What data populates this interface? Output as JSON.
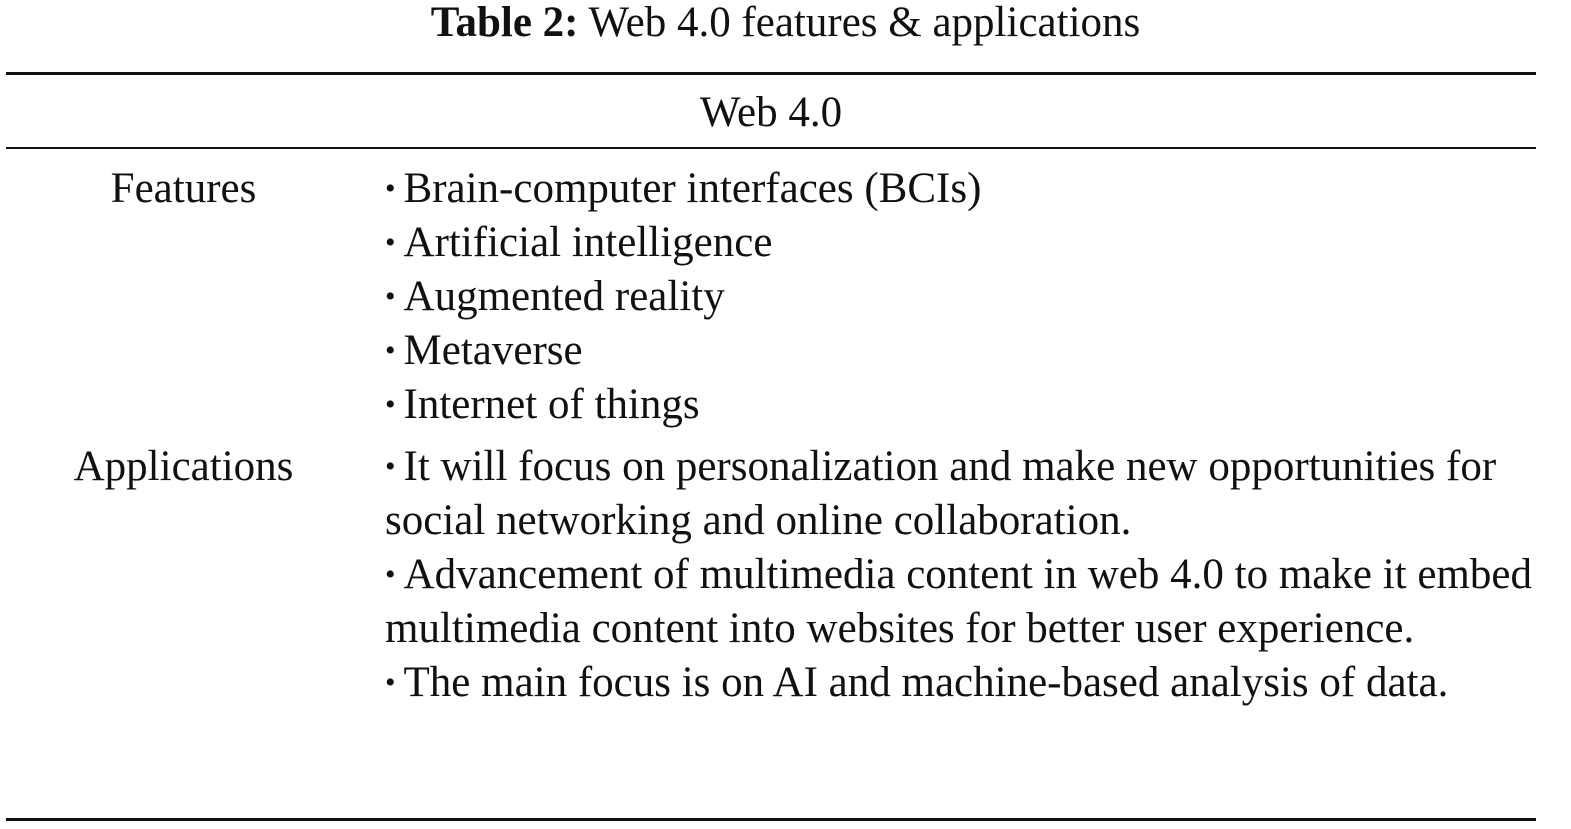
{
  "caption": {
    "label": "Table 2:",
    "text": "Web 4.0 features & applications"
  },
  "table": {
    "group_header": "Web 4.0",
    "rows": [
      {
        "label": "Features",
        "items": [
          "Brain-computer interfaces (BCIs)",
          "Artificial intelligence",
          "Augmented reality",
          "Metaverse",
          "Internet of things"
        ]
      },
      {
        "label": "Applications",
        "items": [
          "It will focus on personalization and make new opportunities for social networking and online collaboration.",
          "Advancement of multimedia content in web 4.0 to make it embed multimedia content into websites for better user experience.",
          "The main focus is on AI and machine-based analysis of data."
        ]
      }
    ]
  },
  "bullet_glyph": "•"
}
